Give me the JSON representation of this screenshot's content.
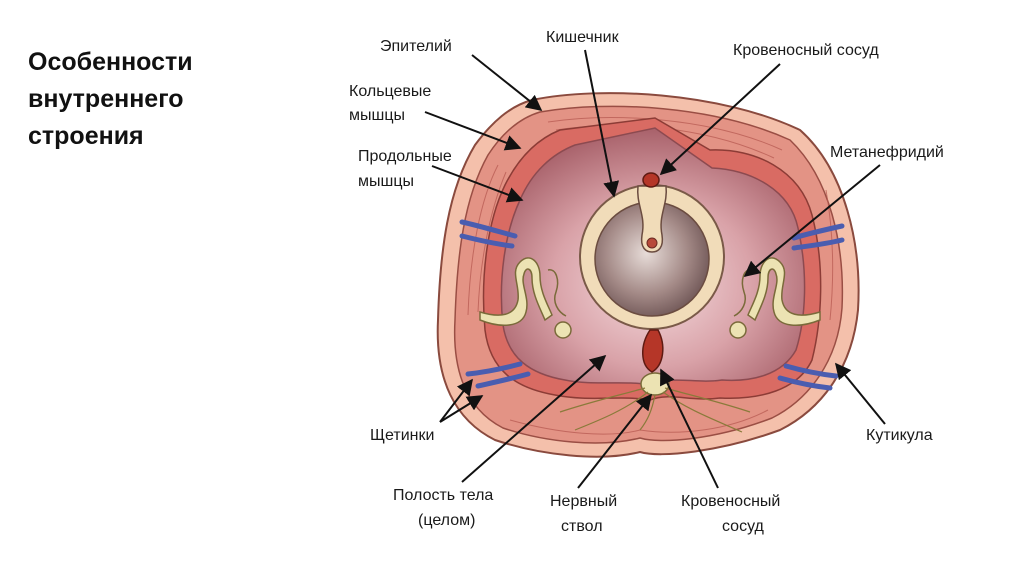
{
  "slide": {
    "title_lines": [
      "Особенности",
      "внутреннего",
      "строения"
    ]
  },
  "labels": {
    "epithelium": "Эпителий",
    "intestine": "Кишечник",
    "blood_vessel_top": "Кровеносный сосуд",
    "circular_muscles_1": "Кольцевые",
    "circular_muscles_2": "мышцы",
    "longitudinal_muscles_1": "Продольные",
    "longitudinal_muscles_2": "мышцы",
    "metanephridium": "Метанефридий",
    "setae": "Щетинки",
    "cuticle": "Кутикула",
    "body_cavity_1": "Полость тела",
    "body_cavity_2": "(целом)",
    "nerve_cord_1": "Нервный",
    "nerve_cord_2": "ствол",
    "blood_vessel_bottom_1": "Кровеносный",
    "blood_vessel_bottom_2": "сосуд"
  },
  "colors": {
    "epithelium": "#f6c2ad",
    "muscle": "#e08377",
    "cavity": "#c9868c",
    "cavity_light": "#f2d2d6",
    "intestine_wall": "#f1dcb9",
    "intestine_lumen": "#8e6a6a",
    "nephridium": "#ece3b3",
    "setae": "#4a5db0",
    "vessel": "#b53628"
  }
}
